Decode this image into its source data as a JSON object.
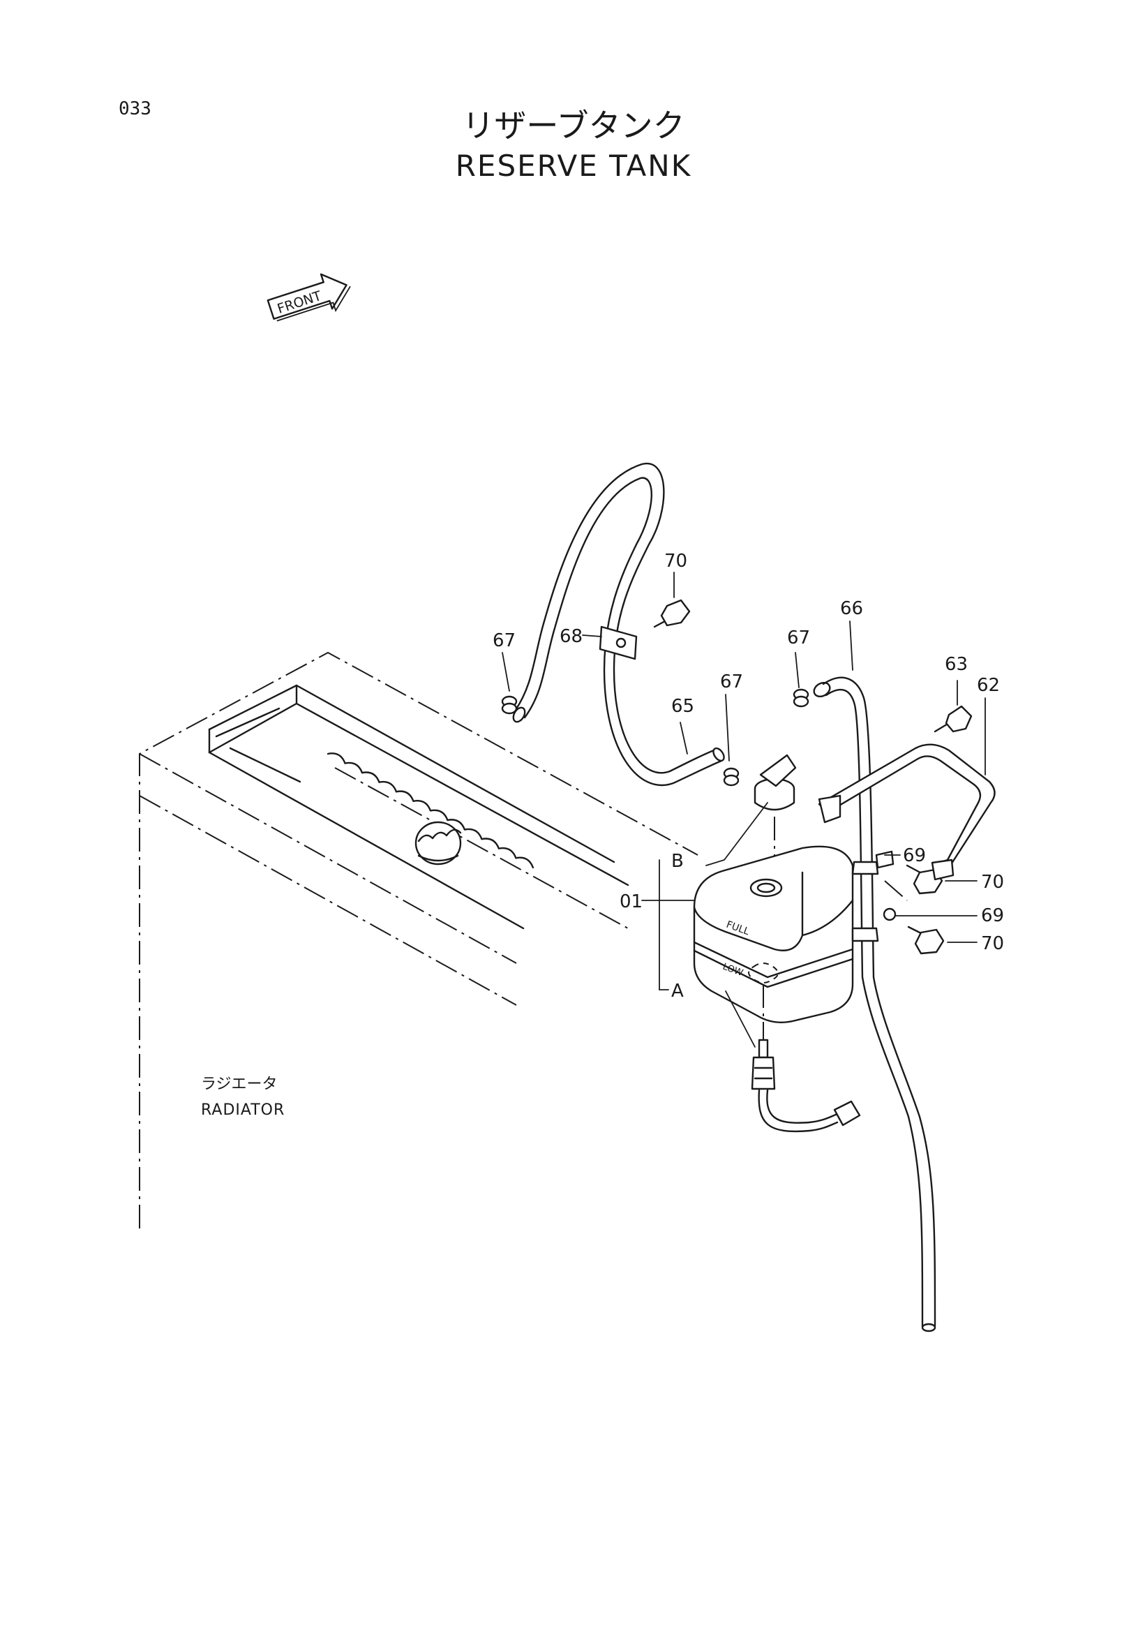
{
  "page": {
    "number": "033"
  },
  "title": {
    "jp": "リザーブタンク",
    "en": "RESERVE TANK"
  },
  "front_arrow": {
    "label": "FRONT"
  },
  "radiator": {
    "label_jp": "ラジエータ",
    "label_en": "RADIATOR"
  },
  "tank": {
    "full_mark": "FULL",
    "low_mark": "LOW"
  },
  "callouts": {
    "c01": "01",
    "c62": "62",
    "c63": "63",
    "c65": "65",
    "c66": "66",
    "c67_a": "67",
    "c67_b": "67",
    "c67_c": "67",
    "c68": "68",
    "c69_a": "69",
    "c69_b": "69",
    "c70_a": "70",
    "c70_b": "70",
    "c70_c": "70"
  },
  "sub_refs": {
    "a": "A",
    "b": "B"
  }
}
